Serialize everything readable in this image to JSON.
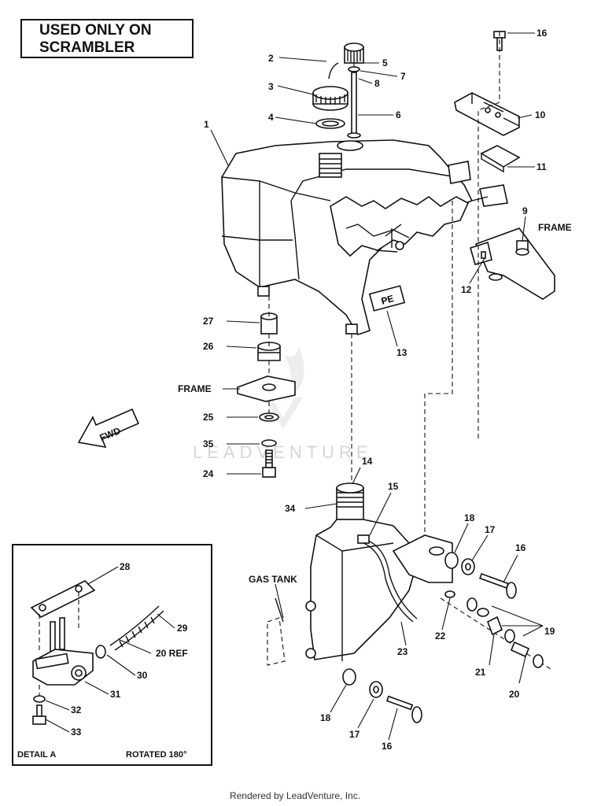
{
  "banner": {
    "line1": "USED ONLY ON",
    "line2": "SCRAMBLER"
  },
  "callouts": {
    "c1": "1",
    "c2": "2",
    "c3": "3",
    "c4": "4",
    "c5": "5",
    "c6": "6",
    "c7": "7",
    "c8": "8",
    "c9": "9",
    "c10": "10",
    "c11": "11",
    "c12": "12",
    "c13": "13",
    "c14": "14",
    "c15": "15",
    "c16a": "16",
    "c16b": "16",
    "c16c": "16",
    "c17a": "17",
    "c17b": "17",
    "c18a": "18",
    "c18b": "18",
    "c19": "19",
    "c20a": "20",
    "c20ref": "20 REF",
    "c21": "21",
    "c22": "22",
    "c23": "23",
    "c24": "24",
    "c25": "25",
    "c26": "26",
    "c27": "27",
    "c28": "28",
    "c29": "29",
    "c30": "30",
    "c31": "31",
    "c32": "32",
    "c33": "33",
    "c34": "34",
    "c35": "35"
  },
  "labels": {
    "frame_right": "FRAME",
    "frame_left": "FRAME",
    "gas_tank": "GAS TANK",
    "fwd": "FWD",
    "detail": "DETAIL A",
    "rotated": "ROTATED 180°"
  },
  "watermark": "LEADVENTURE",
  "footer": "Rendered by LeadVenture, Inc."
}
